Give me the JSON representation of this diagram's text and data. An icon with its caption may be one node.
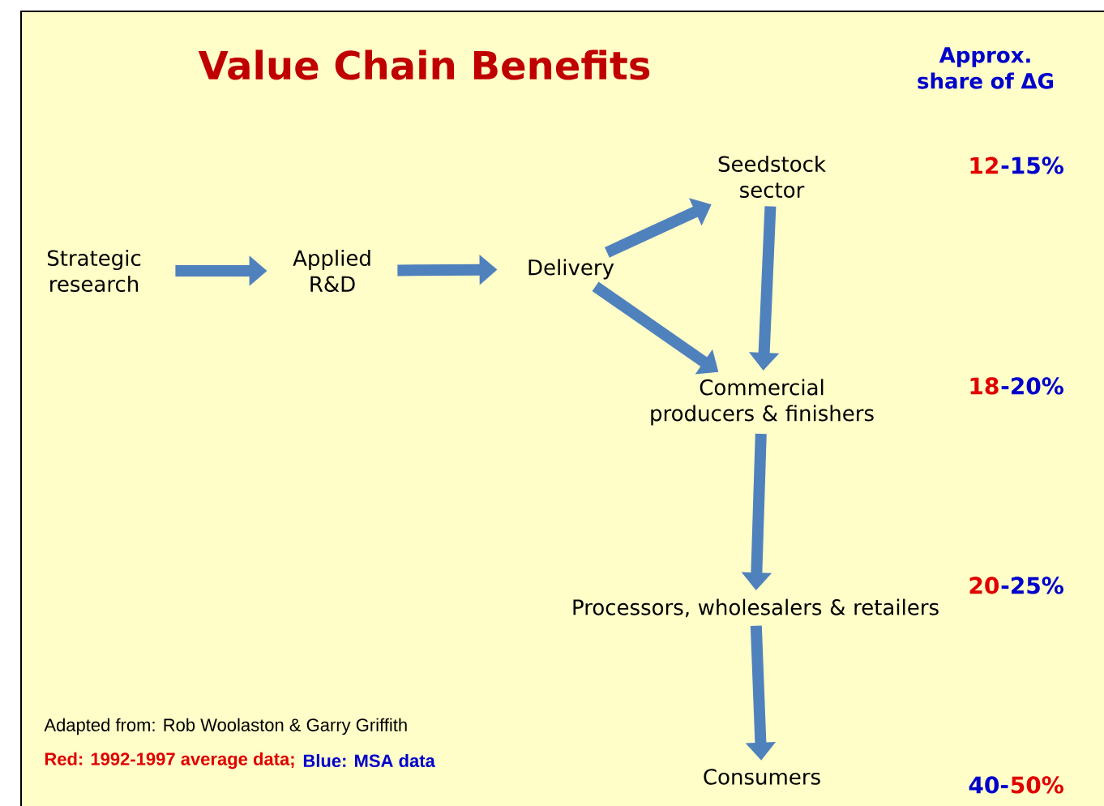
{
  "diagram": {
    "title": "Value Chain Benefits",
    "nodes": [
      {
        "text": [
          "Strategic research"
        ]
      },
      {
        "text": [
          "Applied R&D"
        ]
      },
      {
        "text": [
          "Delivery"
        ]
      },
      {
        "text": [
          "Seedstock sector"
        ]
      },
      {
        "text": [
          "Commercial producers & finishers"
        ]
      },
      {
        "text": [
          "Processors, wholesalers & retailers"
        ]
      },
      {
        "text": [
          "Consumers"
        ]
      }
    ],
    "edges": [
      {
        "from": 0,
        "to": 1,
        "arrow": "to"
      },
      {
        "from": 1,
        "to": 2,
        "arrow": "to"
      },
      {
        "from": 2,
        "to": 3,
        "arrow": "to"
      },
      {
        "from": 2,
        "to": 4,
        "arrow": "to"
      },
      {
        "from": 3,
        "to": 4,
        "arrow": "to"
      },
      {
        "from": 4,
        "to": 5,
        "arrow": "to"
      },
      {
        "from": 5,
        "to": 6,
        "arrow": "to"
      }
    ],
    "labels": [
      "Approx. share of ΔG",
      "12",
      "-15%",
      "18",
      "-20%",
      "20",
      "-25%",
      "40-",
      "50%",
      "Adapted from: Rob Woolaston & Garry Griffith"
    ],
    "legend": [
      {
        "text": "Red: 1992-1997 average data;",
        "color": "#e00000"
      },
      {
        "text": "Blue: MSA data",
        "color": "#0000cc"
      }
    ]
  }
}
